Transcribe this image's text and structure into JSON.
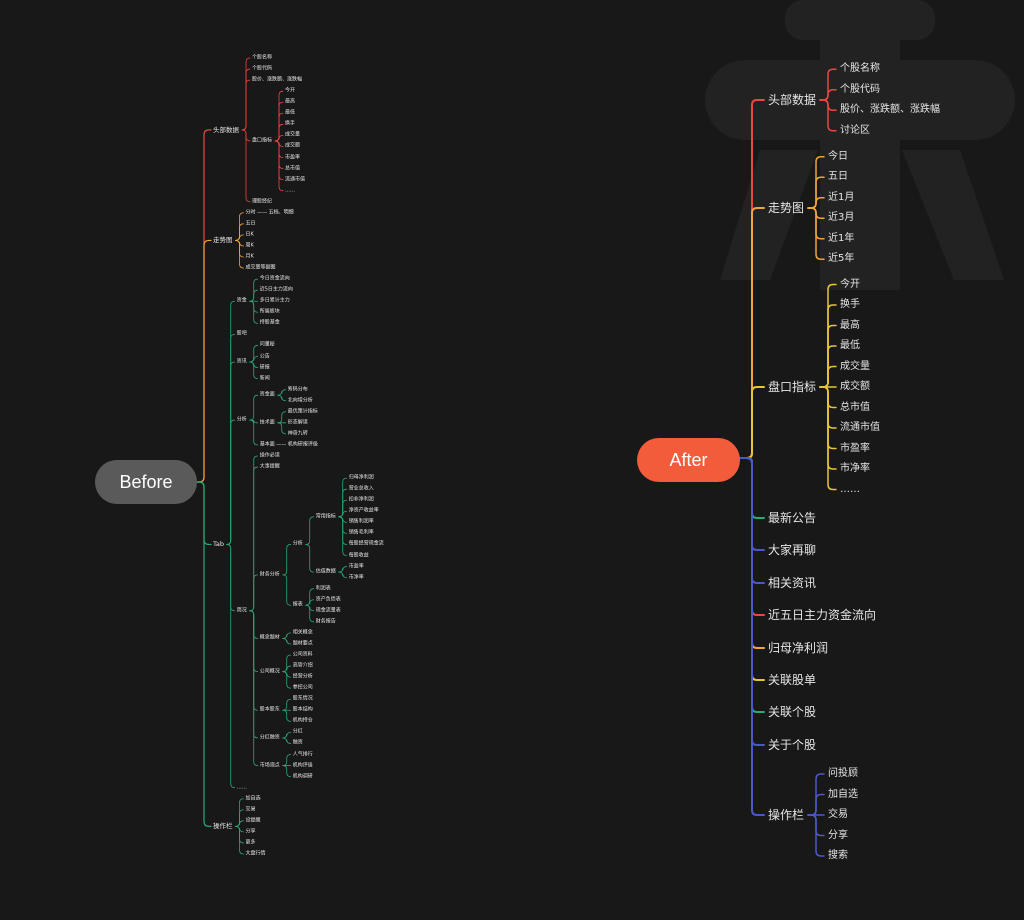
{
  "colors": {
    "background": "#181818",
    "red": "#e8483f",
    "orange": "#f0a43a",
    "yellow": "#e7c53a",
    "green": "#2aa876",
    "blue": "#4a58c8",
    "after_accent": "#f25c3a",
    "before_pill": "#5a5a5a"
  },
  "before": {
    "label": "Before",
    "tree": [
      {
        "t": "头部数据",
        "c": "red",
        "k": [
          {
            "t": "个股名称"
          },
          {
            "t": "个股代码"
          },
          {
            "t": "股价、涨跌额、涨跌幅"
          },
          {
            "t": "盘口指标",
            "k": [
              {
                "t": "今开"
              },
              {
                "t": "最高"
              },
              {
                "t": "最低"
              },
              {
                "t": "换手"
              },
              {
                "t": "成交量"
              },
              {
                "t": "成交额"
              },
              {
                "t": "市盈率"
              },
              {
                "t": "总市值"
              },
              {
                "t": "流通市值"
              },
              {
                "t": "……"
              }
            ]
          },
          {
            "t": "理股经纪"
          }
        ]
      },
      {
        "t": "走势图",
        "c": "orange",
        "k": [
          {
            "t": "分时 —— 五档、明细"
          },
          {
            "t": "五日"
          },
          {
            "t": "日K"
          },
          {
            "t": "周K"
          },
          {
            "t": "月K"
          },
          {
            "t": "成交量等副图"
          }
        ]
      },
      {
        "t": "Tab",
        "c": "green",
        "k": [
          {
            "t": "资金",
            "k": [
              {
                "t": "今日资金流向"
              },
              {
                "t": "近5日主力流向"
              },
              {
                "t": "多日累计主力"
              },
              {
                "t": "所属板块"
              },
              {
                "t": "持股基金"
              }
            ]
          },
          {
            "t": "股吧"
          },
          {
            "t": "资讯",
            "k": [
              {
                "t": "问董秘"
              },
              {
                "t": "公告"
              },
              {
                "t": "研报"
              },
              {
                "t": "新闻"
              }
            ]
          },
          {
            "t": "分析",
            "k": [
              {
                "t": "资金面",
                "k": [
                  {
                    "t": "筹码分布"
                  },
                  {
                    "t": "北向增分析"
                  }
                ]
              },
              {
                "t": "技术面",
                "k": [
                  {
                    "t": "最优策计指标"
                  },
                  {
                    "t": "形态解读"
                  },
                  {
                    "t": "神奇九转"
                  }
                ]
              },
              {
                "t": "基本面 —— 机构研报评级"
              }
            ]
          },
          {
            "t": "简况",
            "k": [
              {
                "t": "操作必读"
              },
              {
                "t": "大事提醒"
              },
              {
                "t": "财务分析",
                "k": [
                  {
                    "t": "分析",
                    "k": [
                      {
                        "t": "常用指标",
                        "k": [
                          {
                            "t": "归母净利润"
                          },
                          {
                            "t": "营业总收入"
                          },
                          {
                            "t": "扣非净利润"
                          },
                          {
                            "t": "净资产收益率"
                          },
                          {
                            "t": "销售利润率"
                          },
                          {
                            "t": "销售毛利率"
                          },
                          {
                            "t": "每股经营现金流"
                          },
                          {
                            "t": "每股收益"
                          }
                        ]
                      },
                      {
                        "t": "估值数据",
                        "k": [
                          {
                            "t": "市盈率"
                          },
                          {
                            "t": "市净率"
                          }
                        ]
                      }
                    ]
                  },
                  {
                    "t": "报表",
                    "k": [
                      {
                        "t": "利润表"
                      },
                      {
                        "t": "资产负债表"
                      },
                      {
                        "t": "现金流量表"
                      },
                      {
                        "t": "财务报告"
                      }
                    ]
                  }
                ]
              },
              {
                "t": "概念题材",
                "k": [
                  {
                    "t": "相关概念"
                  },
                  {
                    "t": "题材要点"
                  }
                ]
              },
              {
                "t": "公司概况",
                "k": [
                  {
                    "t": "公司资料"
                  },
                  {
                    "t": "高管介绍"
                  },
                  {
                    "t": "经营分析"
                  },
                  {
                    "t": "参控公司"
                  }
                ]
              },
              {
                "t": "股本股东",
                "k": [
                  {
                    "t": "股东情况"
                  },
                  {
                    "t": "股本结构"
                  },
                  {
                    "t": "机构持仓"
                  }
                ]
              },
              {
                "t": "分红融资",
                "k": [
                  {
                    "t": "分红"
                  },
                  {
                    "t": "融资"
                  }
                ]
              },
              {
                "t": "市场观点",
                "k": [
                  {
                    "t": "人气排行"
                  },
                  {
                    "t": "机构评级"
                  },
                  {
                    "t": "机构调研"
                  }
                ]
              }
            ]
          },
          {
            "t": "……"
          }
        ]
      },
      {
        "t": "操作栏",
        "c": "green",
        "k": [
          {
            "t": "加自选"
          },
          {
            "t": "交易"
          },
          {
            "t": "设提醒"
          },
          {
            "t": "分享"
          },
          {
            "t": "更多"
          },
          {
            "t": "大盘行情"
          }
        ]
      }
    ]
  },
  "after": {
    "label": "After",
    "tree": [
      {
        "t": "头部数据",
        "c": "red",
        "k": [
          {
            "t": "个股名称"
          },
          {
            "t": "个股代码"
          },
          {
            "t": "股价、涨跌额、涨跌幅"
          },
          {
            "t": "讨论区"
          }
        ]
      },
      {
        "t": "走势图",
        "c": "orange",
        "k": [
          {
            "t": "今日"
          },
          {
            "t": "五日"
          },
          {
            "t": "近1月"
          },
          {
            "t": "近3月"
          },
          {
            "t": "近1年"
          },
          {
            "t": "近5年"
          }
        ]
      },
      {
        "t": "盘口指标",
        "c": "yellow",
        "k": [
          {
            "t": "今开"
          },
          {
            "t": "换手"
          },
          {
            "t": "最高"
          },
          {
            "t": "最低"
          },
          {
            "t": "成交量"
          },
          {
            "t": "成交额"
          },
          {
            "t": "总市值"
          },
          {
            "t": "流通市值"
          },
          {
            "t": "市盈率"
          },
          {
            "t": "市净率"
          },
          {
            "t": "……"
          }
        ]
      },
      {
        "t": "最新公告",
        "c": "green"
      },
      {
        "t": "大家再聊",
        "c": "blue"
      },
      {
        "t": "相关资讯",
        "c": "blue"
      },
      {
        "t": "近五日主力资金流向",
        "c": "red"
      },
      {
        "t": "归母净利润",
        "c": "orange"
      },
      {
        "t": "关联股单",
        "c": "yellow"
      },
      {
        "t": "关联个股",
        "c": "green"
      },
      {
        "t": "关于个股",
        "c": "blue"
      },
      {
        "t": "操作栏",
        "c": "blue",
        "k": [
          {
            "t": "问投顾"
          },
          {
            "t": "加自选"
          },
          {
            "t": "交易"
          },
          {
            "t": "分享"
          },
          {
            "t": "搜索"
          }
        ]
      }
    ]
  }
}
